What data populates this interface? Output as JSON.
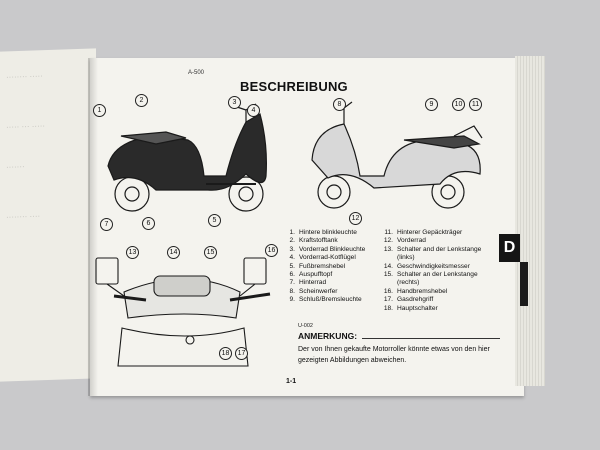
{
  "page_code": "A-500",
  "title": "BESCHREIBUNG",
  "callouts_left": [
    "1",
    "2",
    "3",
    "4",
    "5",
    "6",
    "7"
  ],
  "callouts_right": [
    "8",
    "9",
    "10",
    "11",
    "12"
  ],
  "callouts_handlebar": [
    "13",
    "14",
    "15",
    "16",
    "17",
    "18"
  ],
  "legend_left": [
    {
      "n": "1.",
      "t": "Hintere blinkleuchte"
    },
    {
      "n": "2.",
      "t": "Kraftstofftank"
    },
    {
      "n": "3.",
      "t": "Vorderrad Blinkleuchte"
    },
    {
      "n": "4.",
      "t": "Vorderrad-Kotflügel"
    },
    {
      "n": "5.",
      "t": "Fußbremshebel"
    },
    {
      "n": "6.",
      "t": "Auspufftopf"
    },
    {
      "n": "7.",
      "t": "Hinterrad"
    },
    {
      "n": "8.",
      "t": "Scheinwerfer"
    },
    {
      "n": "9.",
      "t": "Schluß/Bremsleuchte"
    }
  ],
  "legend_right": [
    {
      "n": "11.",
      "t": "Hinterer Gepäckträger"
    },
    {
      "n": "12.",
      "t": "Vorderrad"
    },
    {
      "n": "13.",
      "t": "Schalter and der Lenkstange"
    },
    {
      "n": "",
      "t": "(links)"
    },
    {
      "n": "14.",
      "t": "Geschwindigkeitsmesser"
    },
    {
      "n": "15.",
      "t": "Schalter an der Lenkstange"
    },
    {
      "n": "",
      "t": "(rechts)"
    },
    {
      "n": "16.",
      "t": "Handbremshebel"
    },
    {
      "n": "17.",
      "t": "Gasdrehgriff"
    },
    {
      "n": "18.",
      "t": "Hauptschalter"
    }
  ],
  "note": {
    "code": "U-002",
    "title": "ANMERKUNG:",
    "text": "Der von Ihnen gekaufte Motorroller könnte etwas von den hier gezeigten Abbildungen abweichen."
  },
  "page_number": "1-1",
  "tab_letter": "D"
}
